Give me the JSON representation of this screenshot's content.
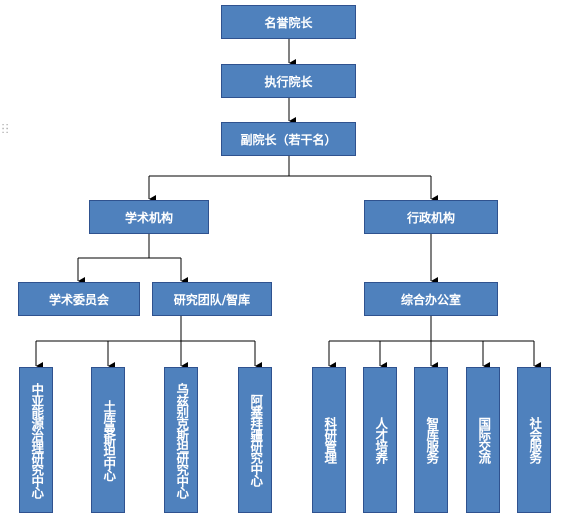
{
  "title": "名誉院长",
  "nodes": {
    "honorary_dean": "名誉院长",
    "executive_dean": "执行院长",
    "vice_dean": "副院长（若干名）",
    "academic": "学术机构",
    "admin": "行政机构",
    "academic_committee": "学术委员会",
    "research_team": "研究团队/智库",
    "general_office": "综合办公室",
    "center_1": "中亚能源治理研究中心",
    "center_2": "土库曼斯坦中心",
    "center_3": "乌兹别克斯坦研究中心",
    "center_4": "阿塞拜疆研究中心",
    "office_1": "科研管理",
    "office_2": "人才培养",
    "office_3": "智库服务",
    "office_4": "国际交流",
    "office_5": "社会服务"
  },
  "colors": {
    "box_fill": "#4f81bd",
    "box_border": "#2f528f",
    "text": "#ffffff",
    "line": "#000000"
  }
}
